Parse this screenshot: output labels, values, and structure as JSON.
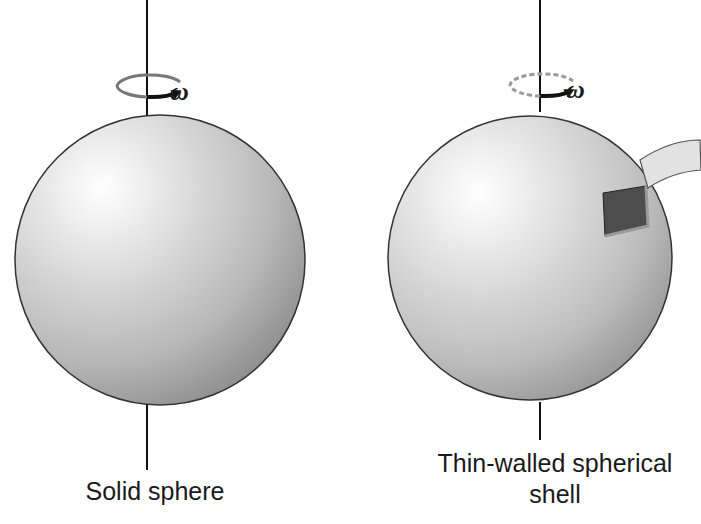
{
  "diagram": {
    "labels": [
      "ω",
      "ω",
      "Solid sphere",
      "Thin-walled spherical shell"
    ]
  }
}
